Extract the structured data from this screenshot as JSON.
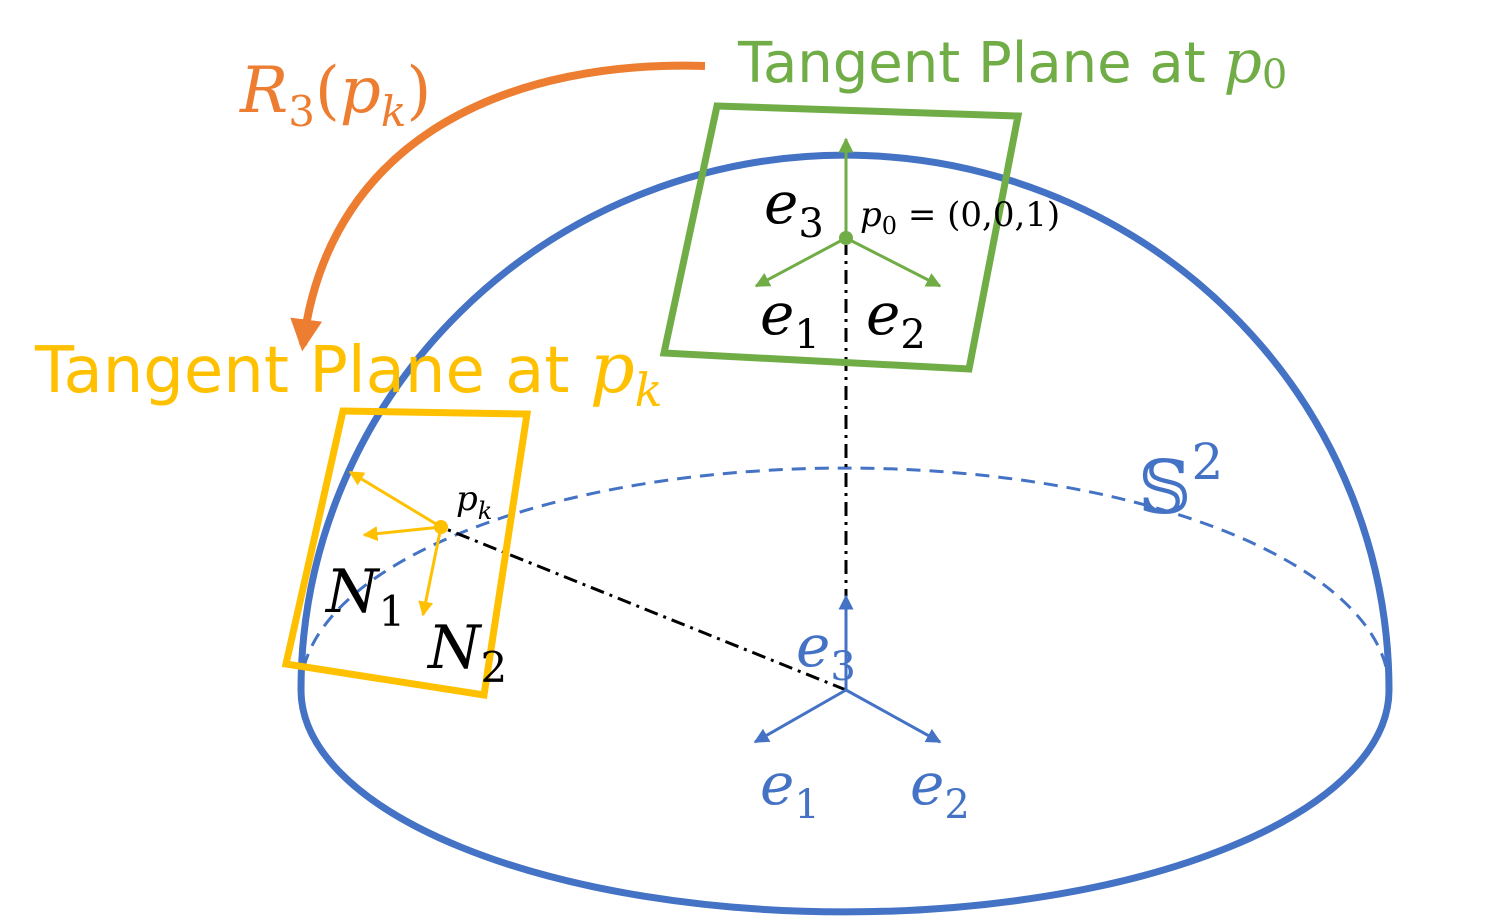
{
  "colors": {
    "sphere": "#4472C4",
    "tangent_p0": "#70AD47",
    "tangent_pk": "#FFC000",
    "rotation_arrow": "#ED7D31",
    "axis_line": "#000000",
    "background": "#FFFFFF"
  },
  "labels": {
    "tangent_plane_p0_text": "Tangent Plane at ",
    "tangent_plane_p0_point": "p",
    "tangent_plane_p0_sub": "0",
    "tangent_plane_pk_text": "Tangent Plane at ",
    "tangent_plane_pk_point": "p",
    "tangent_plane_pk_sub": "k",
    "rotation_R": "R",
    "rotation_R_sub": "3",
    "rotation_arg": "p",
    "rotation_arg_sub": "k",
    "rotation_open": "(",
    "rotation_close": ")",
    "sphere_symbol": "𝕊",
    "sphere_sup": "2",
    "p0_name": "p",
    "p0_sub": "0",
    "p0_value": " = (0,0,1)",
    "pk_name": "p",
    "pk_sub": "k",
    "green_e1": "e",
    "green_e1_sub": "1",
    "green_e2": "e",
    "green_e2_sub": "2",
    "green_e3": "e",
    "green_e3_sub": "3",
    "blue_e1": "e",
    "blue_e1_sub": "1",
    "blue_e2": "e",
    "blue_e2_sub": "2",
    "blue_e3": "e",
    "blue_e3_sub": "3",
    "N1": "N",
    "N1_sub": "1",
    "N2": "N",
    "N2_sub": "2"
  }
}
